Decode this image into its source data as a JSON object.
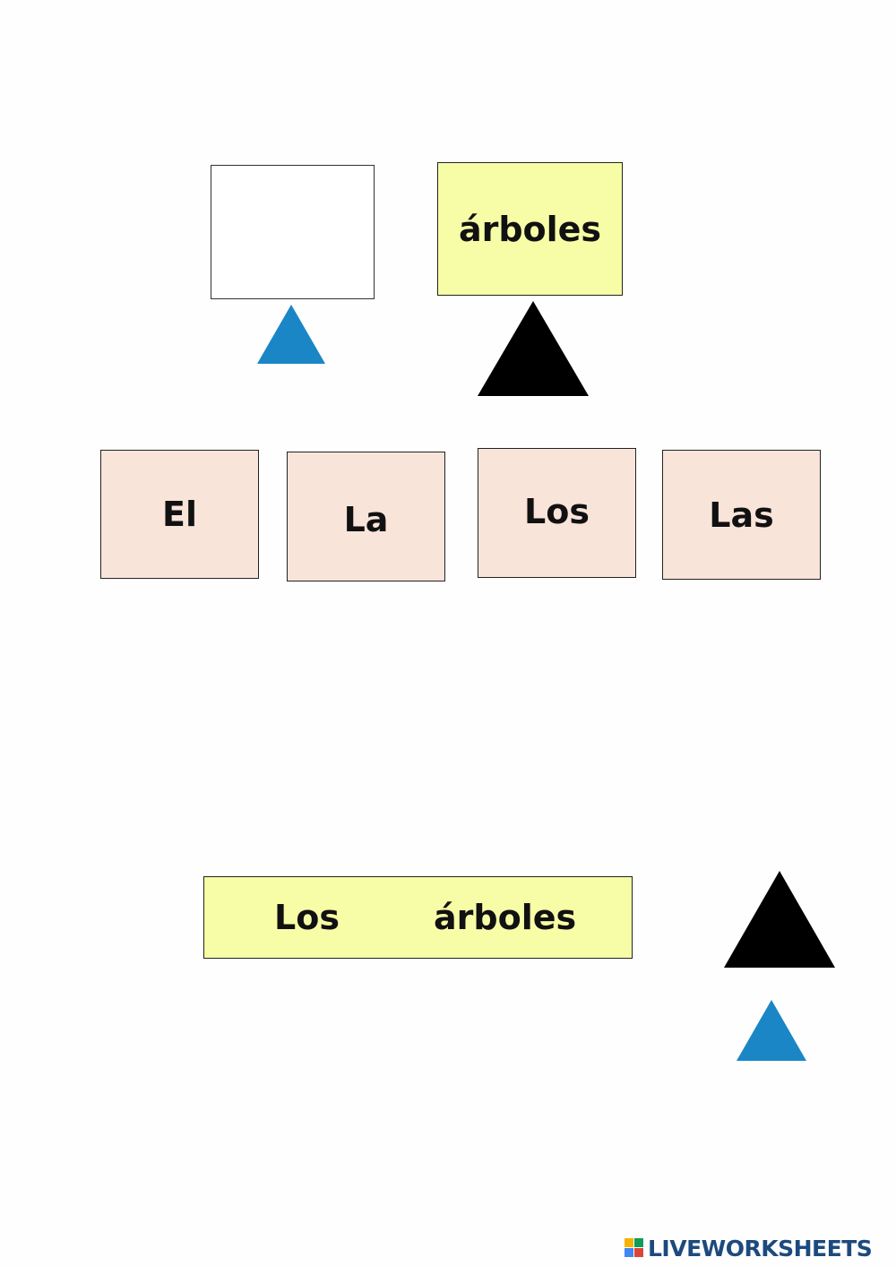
{
  "top": {
    "dropzone_text": "",
    "noun_card": "árboles"
  },
  "articles": [
    {
      "label": "El"
    },
    {
      "label": "La"
    },
    {
      "label": "Los"
    },
    {
      "label": "Las"
    }
  ],
  "answer": {
    "article": "Los",
    "noun": "árboles"
  },
  "shapes": {
    "blue_triangle_color": "#1b86c6",
    "black_triangle_color": "#000000"
  },
  "footer": {
    "brand": "LIVEWORKSHEETS"
  }
}
